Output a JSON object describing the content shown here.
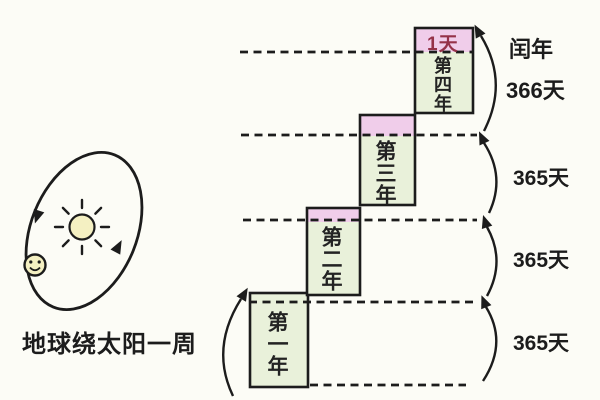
{
  "diagram": {
    "caption": "地球绕太阳一周"
  },
  "years": [
    {
      "label": "第一年"
    },
    {
      "label": "第二年"
    },
    {
      "label": "第三年"
    },
    {
      "label": "第四年",
      "extra_day_label": "1天"
    }
  ],
  "durations": {
    "leap_year_label": "闰年",
    "leap_year_days": "366天",
    "common_year_days": [
      "365天",
      "365天",
      "365天"
    ]
  },
  "colors": {
    "background": "#fcfcf6",
    "ink": "#1c1c1c",
    "year_box_fill": "#e9f1da",
    "extra_strip_fill": "#f0cdea",
    "extra_day_text": "#953249",
    "sun_fill": "#f4f0c2"
  }
}
